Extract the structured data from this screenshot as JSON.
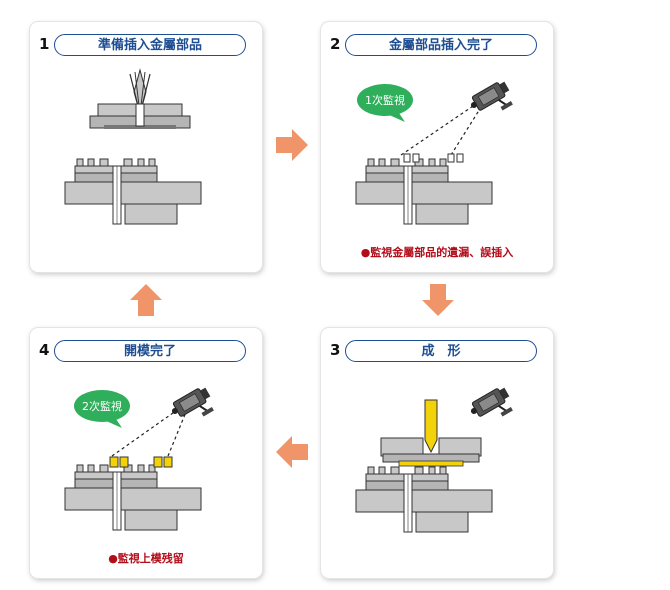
{
  "steps": [
    {
      "number": "1",
      "title": "準備插入金屬部品",
      "note": ""
    },
    {
      "number": "2",
      "title": "金屬部品插入完了",
      "bubble": "1次監視",
      "note": "●監視金屬部品的遺漏、誤插入"
    },
    {
      "number": "3",
      "title": "成　形",
      "note": ""
    },
    {
      "number": "4",
      "title": "開模完了",
      "bubble": "2次監視",
      "note": "●監視上模残留"
    }
  ],
  "colors": {
    "pill_border": "#1e4e92",
    "arrow": "#f0956a",
    "bubble": "#2fae5b",
    "note": "#b30d1a",
    "part": "#f3d20a"
  },
  "icons": [
    "camera-icon",
    "arrow-right-icon",
    "arrow-down-icon",
    "arrow-left-icon",
    "arrow-up-icon"
  ]
}
